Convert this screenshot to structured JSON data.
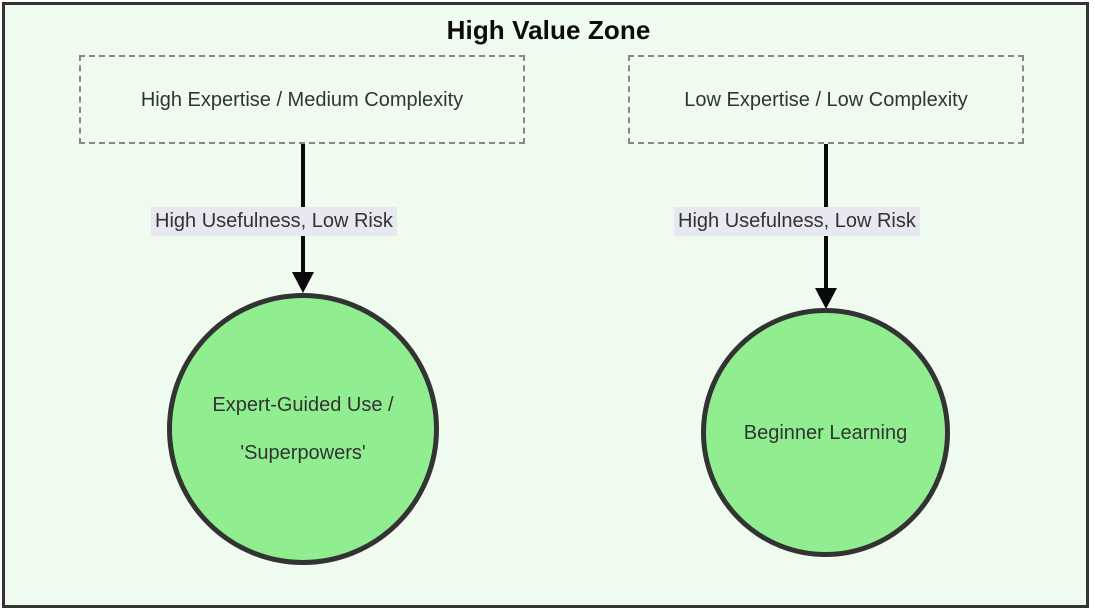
{
  "diagram": {
    "type": "flowchart",
    "title": "High Value Zone",
    "background_color": "#eefbee",
    "frame_border_color": "#333333",
    "node_fill_color": "#90ee90",
    "node_border_color": "#333333",
    "edge_color": "#0a0a0a",
    "edge_label_background": "#e8e8f0",
    "condition_border_color": "#7f8c7f"
  },
  "conditions": [
    {
      "id": "cond-left",
      "label": "High Expertise / Medium Complexity",
      "shape": "dashed-rectangle"
    },
    {
      "id": "cond-right",
      "label": "Low Expertise / Low Complexity",
      "shape": "dashed-rectangle"
    }
  ],
  "edges": [
    {
      "id": "edge-left",
      "from": "cond-left",
      "to": "node-expert",
      "label": "High Usefulness, Low Risk",
      "direction": "down"
    },
    {
      "id": "edge-right",
      "from": "cond-right",
      "to": "node-beginner",
      "label": "High Usefulness, Low Risk",
      "direction": "down"
    }
  ],
  "nodes": [
    {
      "id": "node-expert",
      "shape": "circle",
      "lines": [
        "Expert-Guided Use /",
        "'Superpowers'"
      ]
    },
    {
      "id": "node-beginner",
      "shape": "circle",
      "lines": [
        "Beginner Learning"
      ]
    }
  ]
}
